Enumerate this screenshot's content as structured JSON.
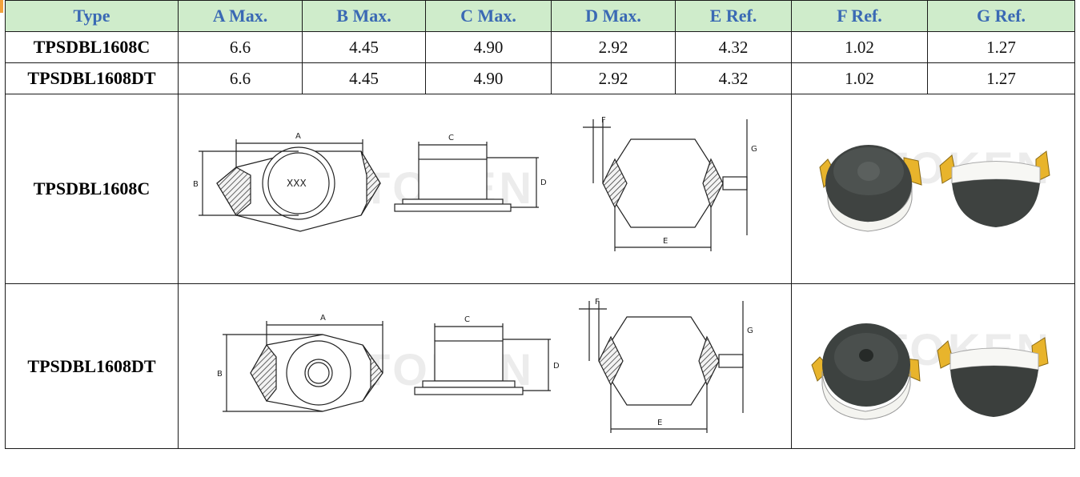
{
  "table": {
    "headers": [
      "Type",
      "A Max.",
      "B Max.",
      "C Max.",
      "D Max.",
      "E Ref.",
      "F Ref.",
      "G Ref."
    ],
    "rows": [
      {
        "type": "TPSDBL1608C",
        "values": [
          "6.6",
          "4.45",
          "4.90",
          "2.92",
          "4.32",
          "1.02",
          "1.27"
        ]
      },
      {
        "type": "TPSDBL1608DT",
        "values": [
          "6.6",
          "4.45",
          "4.90",
          "2.92",
          "4.32",
          "1.02",
          "1.27"
        ]
      }
    ]
  },
  "pictures": [
    {
      "type": "TPSDBL1608C",
      "top_label": "A",
      "side_label": "B",
      "c_label": "C",
      "d_label": "D",
      "e_label": "E",
      "f_label": "F",
      "g_label": "G",
      "marking": "XXX",
      "watermark": "TOKEN"
    },
    {
      "type": "TPSDBL1608DT",
      "top_label": "A",
      "side_label": "B",
      "c_label": "C",
      "d_label": "D",
      "e_label": "E",
      "f_label": "F",
      "g_label": "G",
      "watermark": "TOKEN"
    }
  ],
  "colors": {
    "header_bg": "#cfeccb",
    "header_text": "#3a69b4",
    "accent_mark": "#f2a23c"
  },
  "icons": [
    "inductor-outline-drawing",
    "inductor-photo"
  ]
}
